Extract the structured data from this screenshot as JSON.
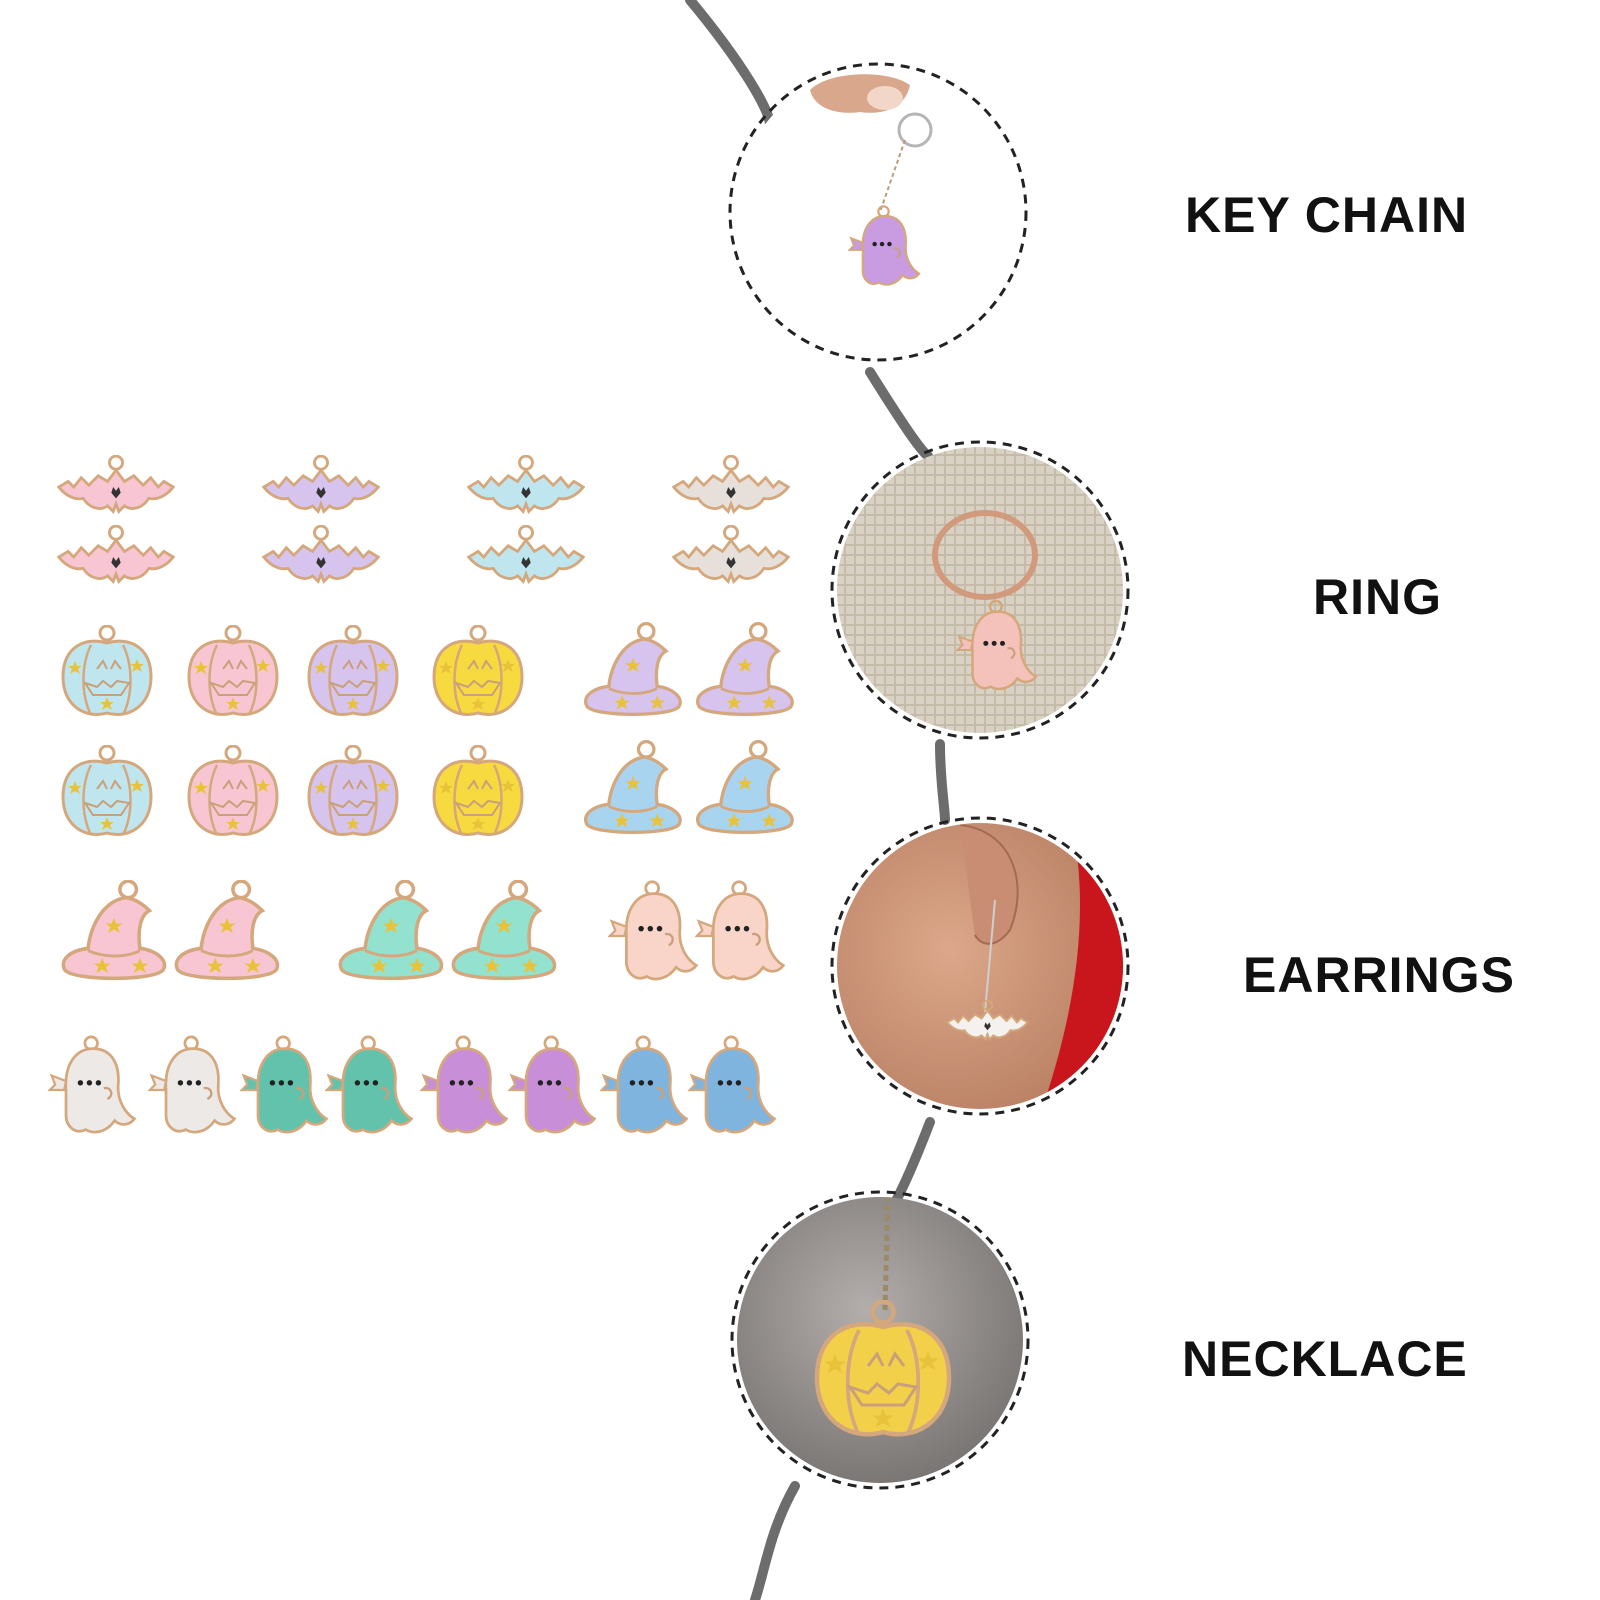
{
  "labels": {
    "key_chain": "KEY CHAIN",
    "ring": "RING",
    "earrings": "EARRINGS",
    "necklace": "NECKLACE"
  },
  "colors": {
    "pink": "#f7c6d2",
    "purple": "#d6c4ee",
    "aqua": "#bfe6ef",
    "grey": "#e7e0da",
    "yellow": "#f7d940",
    "blue_hat": "#a9d4ef",
    "mint": "#92e2cf",
    "peach": "#f9d4c8",
    "white": "#ede9e6",
    "green": "#62c2ac",
    "violet": "#c88fd8",
    "blue": "#7fb4df",
    "gold_outline": "#d4a77c",
    "connector_line": "#6c6c6c",
    "dashed_border": "#222222",
    "earring_red": "#c8161c",
    "ring_bg": "#d9d2c4"
  },
  "icons": [
    "bat-charm-icon",
    "pumpkin-charm-icon",
    "witch-hat-charm-icon",
    "ghost-charm-icon",
    "star-icon"
  ]
}
